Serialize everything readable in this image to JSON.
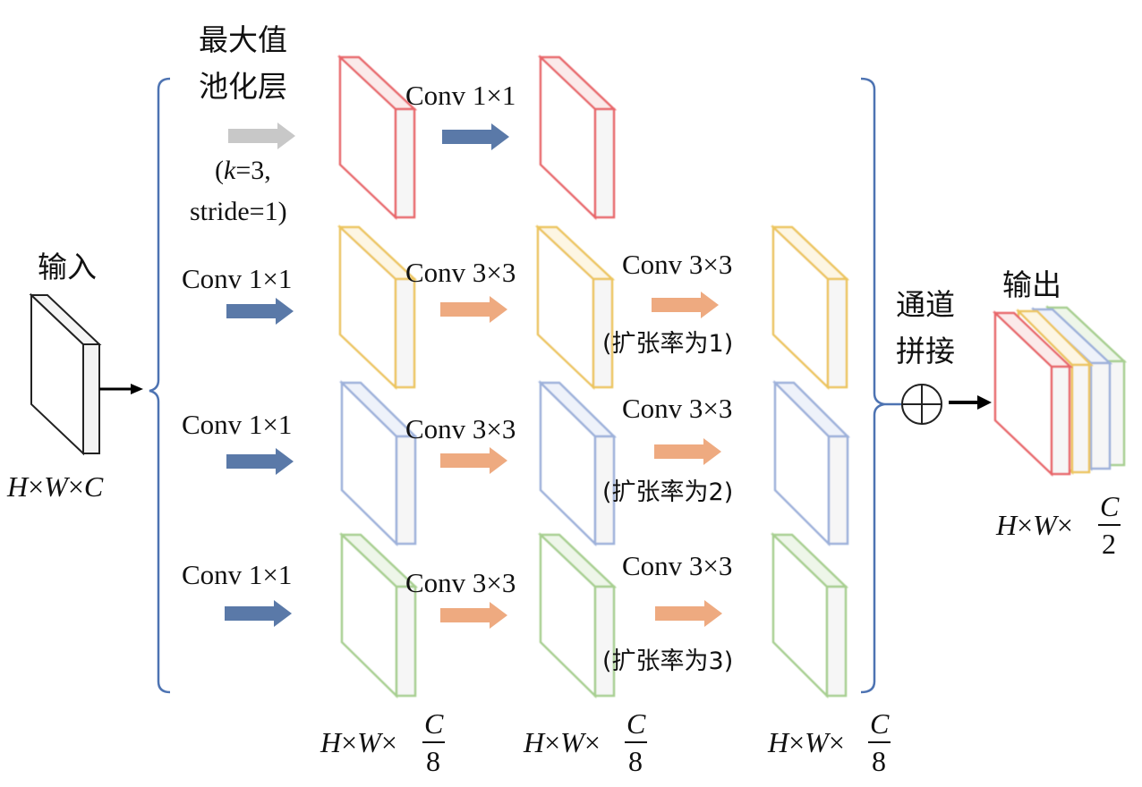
{
  "input": {
    "label": "输入",
    "dims": {
      "h": "H",
      "w": "W",
      "c": "C"
    }
  },
  "pool": {
    "line1": "最大值",
    "line2": "池化层",
    "param1_open": "(",
    "param1_k": "k",
    "param1_rest": "=3,",
    "param2": "stride=1)"
  },
  "conv_labels": {
    "c1": "Conv 1×1",
    "c3": "Conv 3×3"
  },
  "dilation": {
    "r1": "(扩张率为1)",
    "r2": "(扩张率为2)",
    "r3": "(扩张率为3)"
  },
  "concat": {
    "line1": "通道",
    "line2": "拼接"
  },
  "output": {
    "label": "输出"
  },
  "dims_eighth": {
    "h": "H",
    "w": "W",
    "num": "C",
    "den": "8"
  },
  "dims_half": {
    "h": "H",
    "w": "W",
    "num": "C",
    "den": "2"
  },
  "colors": {
    "red": "#e8666a",
    "yellow": "#ecc55e",
    "blue": "#9db1da",
    "green": "#a7cf90",
    "arrow_gray": "#c8c8c8",
    "arrow_blue": "#5a79a8",
    "arrow_orange": "#eeaa80",
    "bracket": "#4d73b2"
  }
}
